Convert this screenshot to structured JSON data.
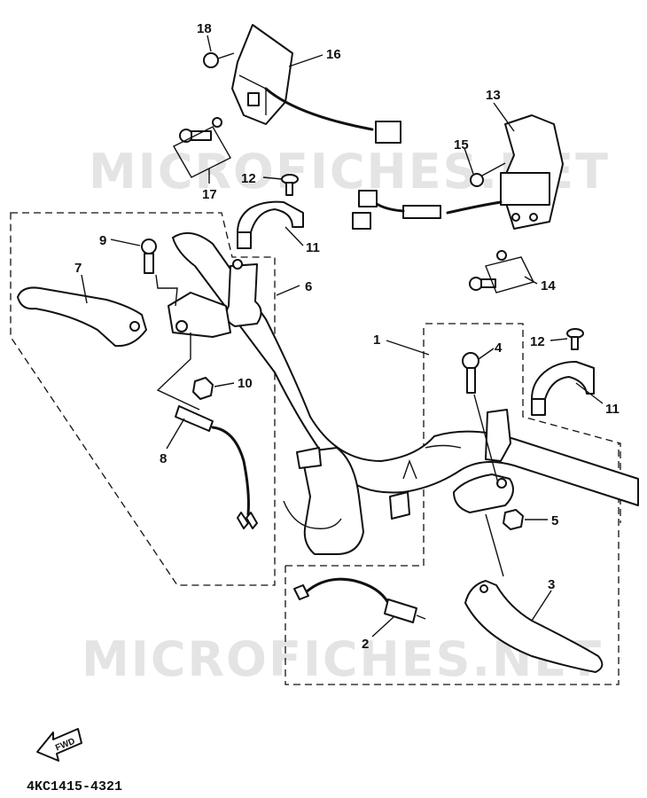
{
  "watermarks": [
    "MICROFICHES.NET",
    "MICROFICHES.NET"
  ],
  "diagram_code": "4KC1415-4321",
  "fwd_label": "FWD",
  "callouts": {
    "c1": "1",
    "c2": "2",
    "c3": "3",
    "c4": "4",
    "c5": "5",
    "c6": "6",
    "c7": "7",
    "c8": "8",
    "c9": "9",
    "c10": "10",
    "c11a": "11",
    "c11b": "11",
    "c12a": "12",
    "c12b": "12",
    "c13": "13",
    "c14": "14",
    "c15": "15",
    "c16": "16",
    "c17": "17",
    "c18": "18"
  }
}
